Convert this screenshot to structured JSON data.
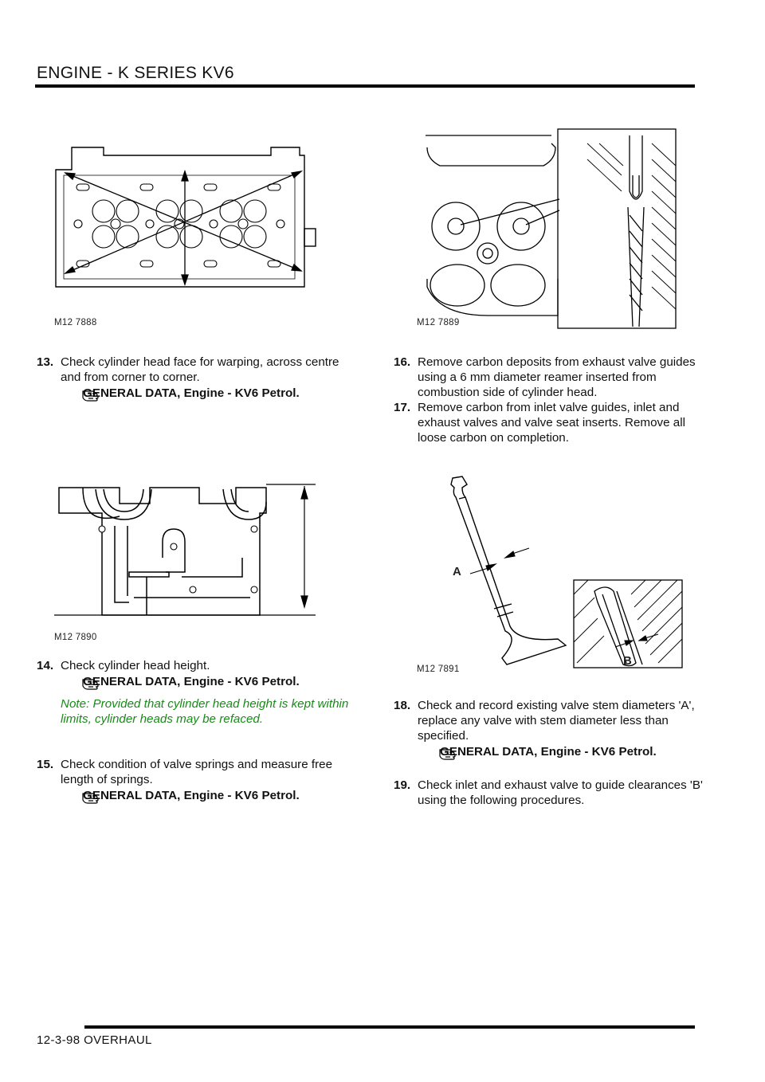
{
  "header": {
    "title": "ENGINE - K SERIES KV6"
  },
  "footer": {
    "page_ref": "12-3-98  OVERHAUL"
  },
  "figures": {
    "fig1": {
      "caption": "M12 7888"
    },
    "fig2": {
      "caption": "M12 7889"
    },
    "fig3": {
      "caption": "M12 7890"
    },
    "fig4": {
      "caption": "M12 7891",
      "label_a": "A",
      "label_b": "B"
    }
  },
  "steps": {
    "s13": {
      "num": "13.",
      "text": "Check cylinder head face for warping, across centre and from corner to corner.",
      "ref": "GENERAL DATA, Engine - KV6 Petrol."
    },
    "s14": {
      "num": "14.",
      "text": "Check cylinder head height.",
      "ref": "GENERAL DATA, Engine - KV6 Petrol.",
      "note": "Note: Provided that cylinder head height is kept within limits, cylinder heads may be refaced."
    },
    "s15": {
      "num": "15.",
      "text": "Check condition of valve springs and measure free length of springs.",
      "ref": "GENERAL DATA, Engine - KV6 Petrol."
    },
    "s16": {
      "num": "16.",
      "text": "Remove carbon deposits from exhaust valve guides using a 6 mm diameter reamer inserted from combustion side of cylinder head."
    },
    "s17": {
      "num": "17.",
      "text": "Remove carbon from inlet valve guides, inlet and exhaust valves and valve seat inserts. Remove all loose carbon on completion."
    },
    "s18": {
      "num": "18.",
      "text": "Check and record existing valve stem diameters 'A', replace any valve with stem diameter less than specified.",
      "ref": "GENERAL DATA, Engine - KV6 Petrol."
    },
    "s19": {
      "num": "19.",
      "text": "Check inlet and exhaust valve to guide clearances 'B' using the following procedures."
    }
  }
}
